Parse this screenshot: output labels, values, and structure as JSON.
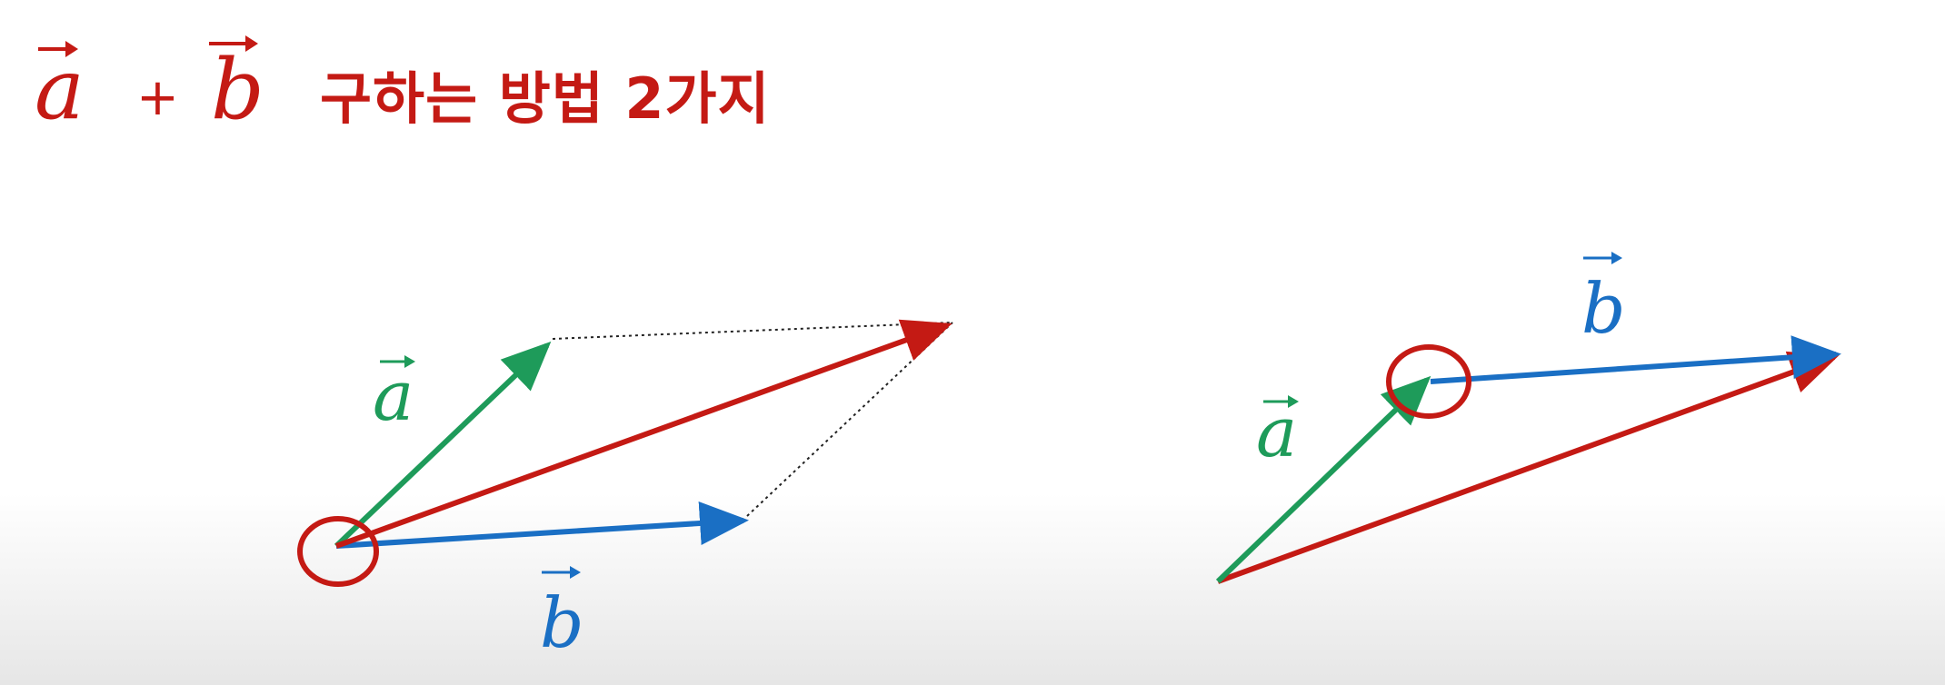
{
  "title": {
    "vector_a": "a",
    "plus": "+",
    "vector_b": "b",
    "text": "구하는 방법 2가지"
  },
  "diagrams": [
    {
      "method": "parallelogram",
      "label_a": "a",
      "label_b": "b"
    },
    {
      "method": "triangle",
      "label_a": "a",
      "label_b": "b"
    }
  ],
  "colors": {
    "title_red": "#c41a14",
    "vector_a": "#1e9b5a",
    "vector_b": "#1a6fc4",
    "vector_sum": "#c41a14",
    "highlight_circle": "#c41a14",
    "dotted_guide": "#222222"
  }
}
